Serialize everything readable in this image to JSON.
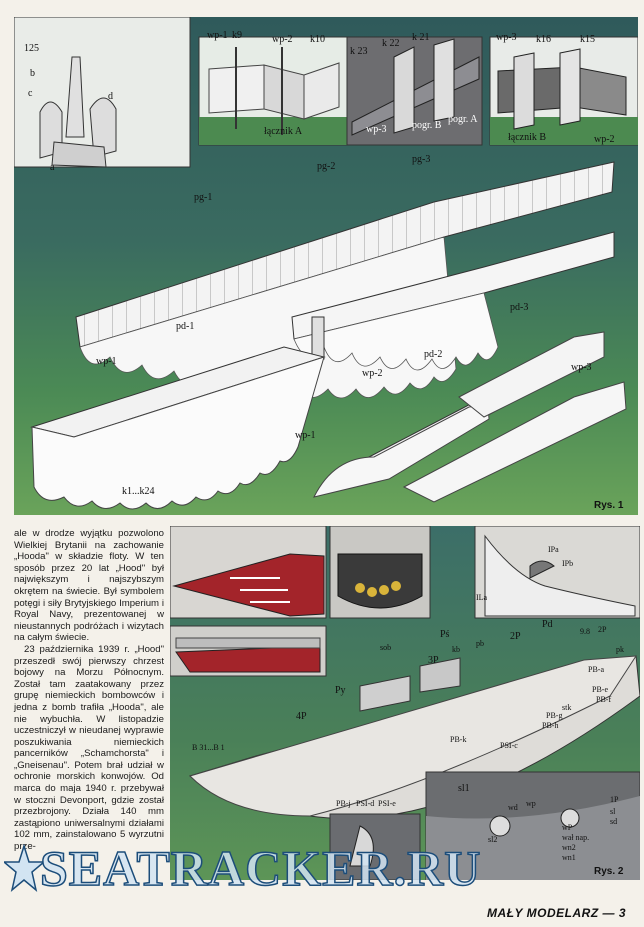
{
  "fig1": {
    "caption": "Rys. 1",
    "inset1": {
      "number": "125",
      "labels": {
        "b": "b",
        "c": "c",
        "d": "d",
        "a": "a"
      }
    },
    "inset2": {
      "labels": {
        "wp1": "wp-1",
        "k9": "k9",
        "wp2": "wp-2",
        "k10": "k10",
        "lacznik_a": "łącznik A"
      }
    },
    "inset3": {
      "labels": {
        "k23": "k 23",
        "k22": "k 22",
        "k21": "k 21",
        "wp3": "wp-3",
        "pogr_b": "pogr. B",
        "pogr_a": "pogr. A"
      }
    },
    "inset4": {
      "labels": {
        "wp3": "wp-3",
        "k16": "k16",
        "k15": "k15",
        "lacznik_b": "łącznik B",
        "wp2": "wp-2"
      }
    },
    "main_labels": {
      "pg1": "pg-1",
      "pg2": "pg-2",
      "pg3": "pg-3",
      "pd1": "pd-1",
      "pd2": "pd-2",
      "pd3": "pd-3",
      "wp1_a": "wp-1",
      "wp2": "wp-2",
      "wp3": "wp-3",
      "wp1_b": "wp-1",
      "k_range": "k1...k24"
    }
  },
  "fig2": {
    "caption": "Rys. 2",
    "labels": {
      "ps": "Pś",
      "pd": "Pd",
      "py": "Py",
      "p2": "2P",
      "p3": "3P",
      "p4": "4P",
      "pb": "pb",
      "kb": "kb",
      "sob": "sob",
      "ipa": "IPa",
      "ipb": "IPb",
      "ila": "ILa",
      "pk": "pk",
      "v98": "9.8",
      "v2p": "2P",
      "b_range": "B 31...B 1",
      "pbk": "PB-k",
      "psic": "PSI-c",
      "psid": "PSI-d",
      "psie": "PSI-e",
      "pbj": "PB-j",
      "pbh": "PB-h",
      "pbg": "PB-g",
      "pbe": "PB-e",
      "pbf": "PB-f",
      "pba": "PB-a",
      "stk": "stk",
      "sl1": "sl1",
      "sl2": "sl2",
      "wd": "wd",
      "wp": "wp",
      "wpstr": "wP",
      "wal_nap": "wał nap.",
      "wn2": "wn2",
      "wn1": "wn1",
      "sd": "sd",
      "tp": "1P",
      "sl": "sl"
    }
  },
  "article": {
    "paragraphs": [
      "ale w drodze wyjątku pozwolono Wielkiej Brytanii na zachowanie „Hooda\" w składzie floty. W ten sposób przez 20 lat „Hood\" był największym i najszybszym okrętem na świecie. Był symbolem potęgi i siły Brytyjskiego Imperium i Royal Navy, prezentowanej w nieustannych podróżach i wizytach na całym świecie.",
      "23 października 1939 r. „Hood\" przeszedł swój pierwszy chrzest bojowy na Morzu Północnym. Został tam zaatakowany przez grupę niemieckich bombowców i jedna z bomb trafiła „Hooda\", ale nie wybuchła. W listopadzie uczestniczył w nieudanej wyprawie poszukiwania niemieckich pancerników „Schamchorsta\" i „Gneisenau\". Potem brał udział w ochronie morskich konwojów. Od marca do maja 1940 r. przebywał w stoczni Devonport, gdzie został przezbrojony. Działa 140 mm zastąpiono uniwersalnymi działami 102 mm, zainstalowano 5 wyrzutni prze-"
    ]
  },
  "footer": "MAŁY MODELARZ — 3",
  "watermark": "SEATRACKER.RU",
  "colors": {
    "hull_red": "#a3242a",
    "sea_green": "#3a6b60",
    "watermark_fill": "#d2e4f2",
    "watermark_stroke": "#1c4d7a"
  }
}
